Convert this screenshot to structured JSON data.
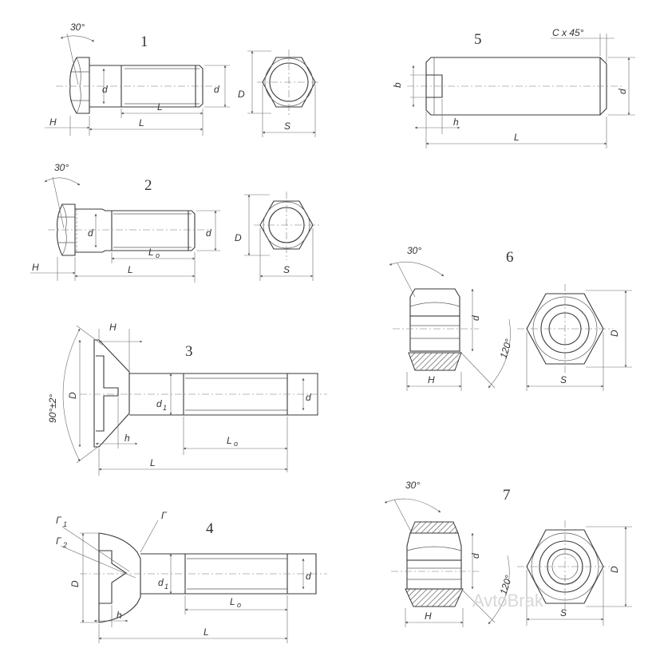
{
  "figures": [
    {
      "number": "1",
      "labels": {
        "angle": "30°",
        "H": "H",
        "d_head": "d",
        "L1": "L",
        "L": "L",
        "d": "d",
        "D": "D",
        "S": "S"
      }
    },
    {
      "number": "2",
      "labels": {
        "angle": "30°",
        "H": "H",
        "d_head": "d",
        "L0": "L",
        "L0_sub": "o",
        "L": "L",
        "d": "d",
        "D": "D",
        "S": "S"
      }
    },
    {
      "number": "3",
      "labels": {
        "H": "H",
        "angle": "90°±2°",
        "D": "D",
        "d1": "d",
        "d1_sub": "1",
        "h": "h",
        "L0": "L",
        "L0_sub": "o",
        "L": "L",
        "d": "d"
      }
    },
    {
      "number": "4",
      "labels": {
        "G1": "Г",
        "G1_sub": "1",
        "G2": "Г",
        "G2_sub": "2",
        "G": "Г",
        "D": "D",
        "d1": "d",
        "d1_sub": "1",
        "h": "h",
        "L0": "L",
        "L0_sub": "o",
        "L": "L",
        "d": "d"
      }
    },
    {
      "number": "5",
      "labels": {
        "chamfer": "C x 45°",
        "b": "b",
        "h": "h",
        "L": "L",
        "d": "d"
      }
    },
    {
      "number": "6",
      "labels": {
        "angle": "30°",
        "d": "d",
        "angle120": "120°",
        "H": "H",
        "D": "D",
        "S": "S"
      }
    },
    {
      "number": "7",
      "labels": {
        "angle": "30°",
        "d": "d",
        "angle120": "120°",
        "H": "H",
        "D": "D",
        "S": "S"
      }
    }
  ],
  "watermark": "AvtoBrak"
}
